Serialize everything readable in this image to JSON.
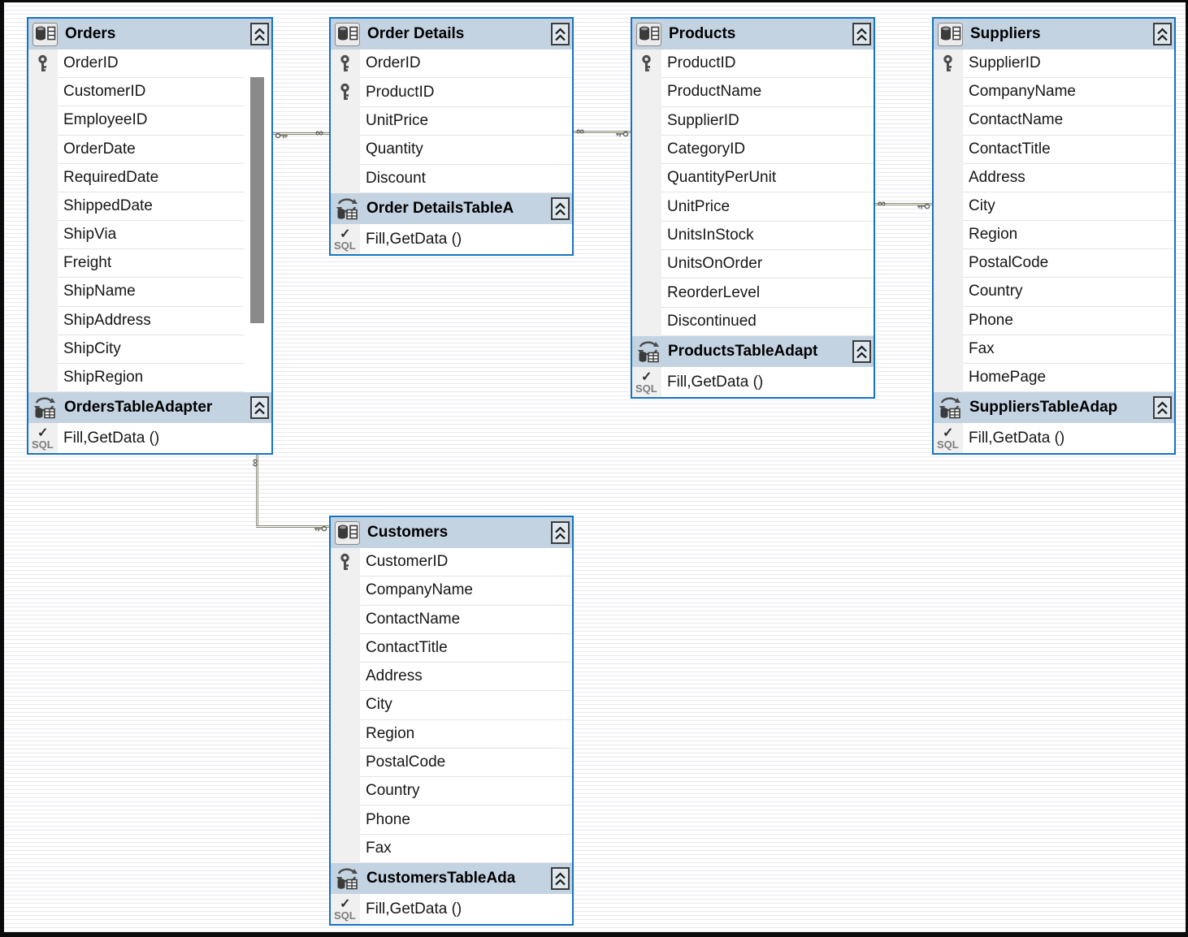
{
  "designer": {
    "name": "DataSet Designer surface",
    "colors": {
      "entity_border": "#1673c4",
      "header_bg": "#c4d3e1",
      "key_strip_bg": "#f0f0f0",
      "row_separator": "#e4e4e4",
      "connector_line": "#8c8c80",
      "scrollbar_thumb": "#8a8a8a",
      "canvas_stripe": "#e9e9f0"
    }
  },
  "icons": {
    "check": "✓",
    "sql_label": "SQL"
  },
  "tables": [
    {
      "name": "Orders",
      "adapter": "OrdersTableAdapter",
      "methods": "Fill,GetData ()",
      "columns": [
        {
          "name": "OrderID",
          "key": true
        },
        {
          "name": "CustomerID"
        },
        {
          "name": "EmployeeID"
        },
        {
          "name": "OrderDate"
        },
        {
          "name": "RequiredDate"
        },
        {
          "name": "ShippedDate"
        },
        {
          "name": "ShipVia"
        },
        {
          "name": "Freight"
        },
        {
          "name": "ShipName"
        },
        {
          "name": "ShipAddress"
        },
        {
          "name": "ShipCity"
        },
        {
          "name": "ShipRegion"
        }
      ]
    },
    {
      "name": "Order Details",
      "adapter": "Order DetailsTableA",
      "methods": "Fill,GetData ()",
      "columns": [
        {
          "name": "OrderID",
          "key": true
        },
        {
          "name": "ProductID",
          "key": true
        },
        {
          "name": "UnitPrice"
        },
        {
          "name": "Quantity"
        },
        {
          "name": "Discount"
        }
      ]
    },
    {
      "name": "Products",
      "adapter": "ProductsTableAdapt",
      "methods": "Fill,GetData ()",
      "columns": [
        {
          "name": "ProductID",
          "key": true
        },
        {
          "name": "ProductName"
        },
        {
          "name": "SupplierID"
        },
        {
          "name": "CategoryID"
        },
        {
          "name": "QuantityPerUnit"
        },
        {
          "name": "UnitPrice"
        },
        {
          "name": "UnitsInStock"
        },
        {
          "name": "UnitsOnOrder"
        },
        {
          "name": "ReorderLevel"
        },
        {
          "name": "Discontinued"
        }
      ]
    },
    {
      "name": "Suppliers",
      "adapter": "SuppliersTableAdap",
      "methods": "Fill,GetData ()",
      "columns": [
        {
          "name": "SupplierID",
          "key": true
        },
        {
          "name": "CompanyName"
        },
        {
          "name": "ContactName"
        },
        {
          "name": "ContactTitle"
        },
        {
          "name": "Address"
        },
        {
          "name": "City"
        },
        {
          "name": "Region"
        },
        {
          "name": "PostalCode"
        },
        {
          "name": "Country"
        },
        {
          "name": "Phone"
        },
        {
          "name": "Fax"
        },
        {
          "name": "HomePage"
        }
      ]
    },
    {
      "name": "Customers",
      "adapter": "CustomersTableAda",
      "methods": "Fill,GetData ()",
      "columns": [
        {
          "name": "CustomerID",
          "key": true
        },
        {
          "name": "CompanyName"
        },
        {
          "name": "ContactName"
        },
        {
          "name": "ContactTitle"
        },
        {
          "name": "Address"
        },
        {
          "name": "City"
        },
        {
          "name": "Region"
        },
        {
          "name": "PostalCode"
        },
        {
          "name": "Country"
        },
        {
          "name": "Phone"
        },
        {
          "name": "Fax"
        }
      ]
    }
  ],
  "relations": [
    {
      "parent": "Orders",
      "child": "Order Details",
      "many": "∞"
    },
    {
      "parent": "Products",
      "child": "Order Details",
      "many": "∞"
    },
    {
      "parent": "Suppliers",
      "child": "Products",
      "many": "∞"
    },
    {
      "parent": "Customers",
      "child": "Orders",
      "many": "∞"
    }
  ]
}
